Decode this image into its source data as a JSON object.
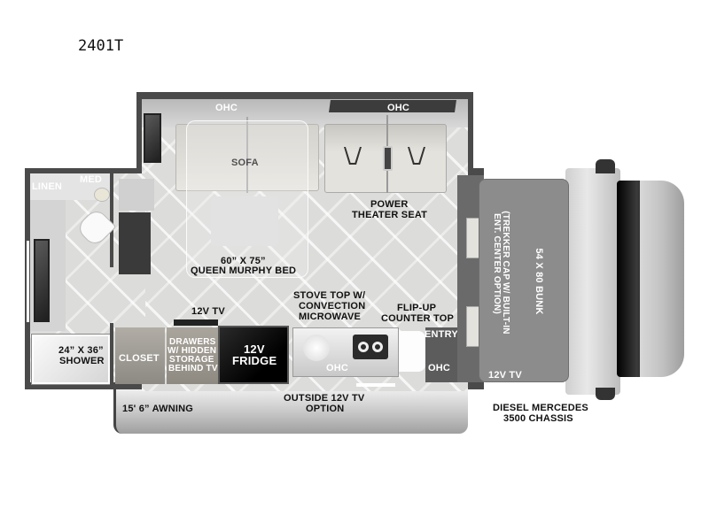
{
  "model": {
    "title": "2401T"
  },
  "colors": {
    "wall": "#4a4a4a",
    "floor": "#dcdcda",
    "bunk": "#8c8c8c",
    "fridge": "#111111",
    "closet": "#9e9a94",
    "awning": "#c6c6c6",
    "label_dark": "#111111",
    "label_light": "#ffffff"
  },
  "labels": {
    "ohc_top_left": "OHC",
    "ohc_top_right": "OHC",
    "sofa": "SOFA",
    "power_theater_seat": [
      "POWER",
      "THEATER SEAT"
    ],
    "linen": "LINEN",
    "med": "MED",
    "murphy_bed": [
      "60” X 75”",
      "QUEEN MURPHY BED"
    ],
    "shower": [
      "24” X 36”",
      "SHOWER"
    ],
    "closet": "CLOSET",
    "tv_12v_galley": "12V TV",
    "drawers": [
      "DRAWERS",
      "W/ HIDDEN",
      "STORAGE",
      "BEHIND TV"
    ],
    "fridge": [
      "12V",
      "FRIDGE"
    ],
    "stove": [
      "STOVE TOP W/",
      "CONVECTION",
      "MICROWAVE"
    ],
    "flip_up": [
      "FLIP-UP",
      "COUNTER TOP"
    ],
    "entry": "ENTRY",
    "ohc_bottom_left": "OHC",
    "ohc_bottom_right": "OHC",
    "bunk": "54 X 80 BUNK",
    "bunk_option": [
      "(TREKKER CAP W/ BUILT-IN",
      "ENT. CENTER OPTION)"
    ],
    "tv_12v_cab": "12V TV",
    "awning": "15' 6” AWNING",
    "outside_tv": [
      "OUTSIDE 12V TV",
      "OPTION"
    ],
    "chassis": [
      "DIESEL MERCEDES",
      "3500 CHASSIS"
    ]
  }
}
